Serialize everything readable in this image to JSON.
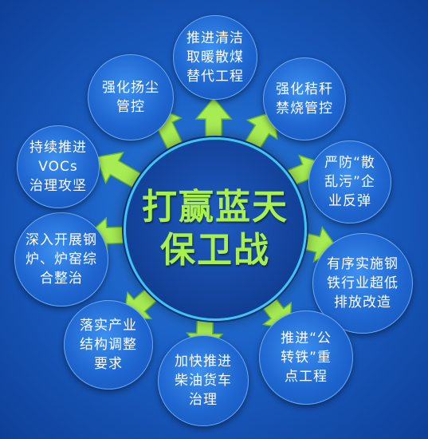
{
  "center": {
    "line1": "打赢蓝天",
    "line2": "保卫战"
  },
  "nodes": [
    {
      "id": "top",
      "text": "推进清洁\n取暖散煤\n替代工程"
    },
    {
      "id": "upper-right",
      "text": "强化秸秆\n禁烧管控"
    },
    {
      "id": "right-top",
      "text": "严防“散\n乱污”企\n业反弹"
    },
    {
      "id": "right",
      "text": "有序实施钢\n铁行业超低\n排放改造"
    },
    {
      "id": "lower-right",
      "text": "推进“公\n转铁”重\n点工程"
    },
    {
      "id": "bottom",
      "text": "加快推进\n柴油货车\n治理"
    },
    {
      "id": "lower-left",
      "text": "落实产业\n结构调整\n要求"
    },
    {
      "id": "left",
      "text": "深入开展钢\n炉、炉窑综\n合整治"
    },
    {
      "id": "left-top",
      "text": "持续推进\nVOCs\n治理攻坚"
    },
    {
      "id": "upper-left",
      "text": "强化扬尘\n管控"
    }
  ],
  "colors": {
    "accent": "#a8f04a",
    "arrow": "#a6ec52",
    "node": "#1f66d0",
    "ring": "#3ec6f0"
  }
}
